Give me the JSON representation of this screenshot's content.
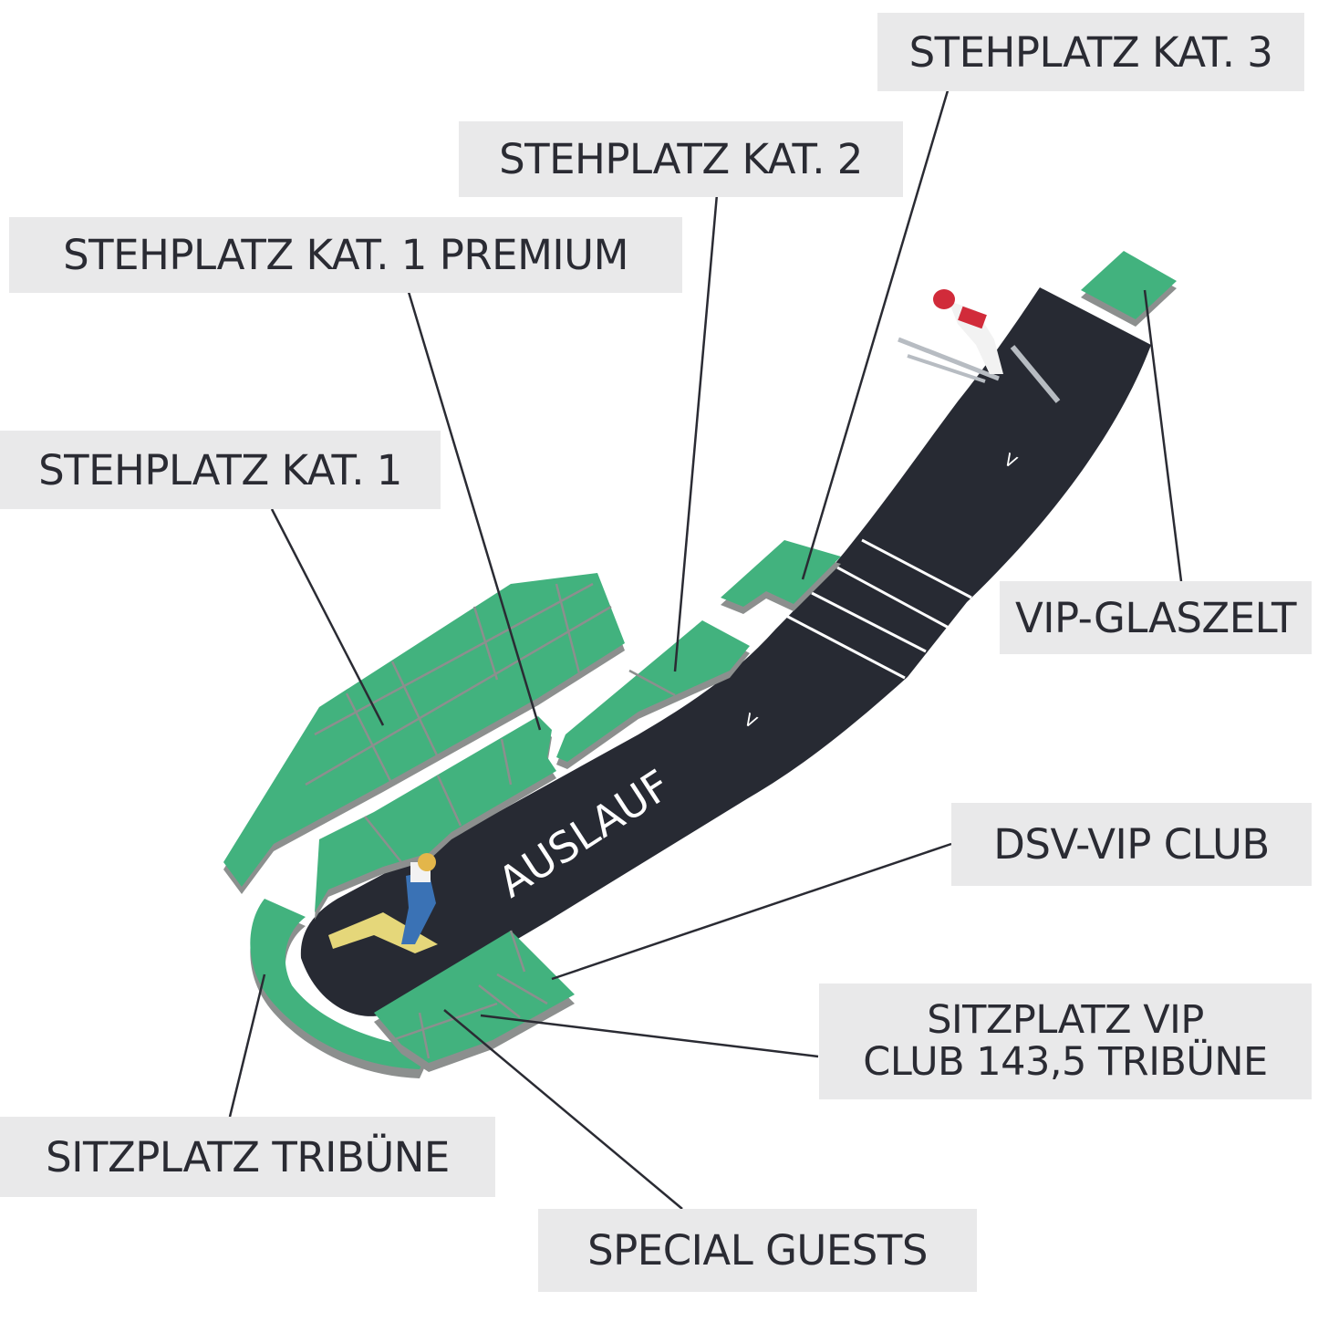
{
  "labels": {
    "stehplatz_kat_3": "STEHPLATZ KAT. 3",
    "stehplatz_kat_2": "STEHPLATZ KAT. 2",
    "stehplatz_kat_1_premium": "STEHPLATZ KAT. 1 PREMIUM",
    "stehplatz_kat_1": "STEHPLATZ KAT. 1",
    "vip_glaszelt": "VIP-GLASZELT",
    "dsv_vip_club": "DSV-VIP CLUB",
    "sitzplatz_vip_line1": "SITZPLATZ VIP",
    "sitzplatz_vip_line2": "CLUB 143,5 TRIBÜNE",
    "sitzplatz_tribuene": "SITZPLATZ TRIBÜNE",
    "special_guests": "SPECIAL GUESTS"
  },
  "track": {
    "name": "AUSLAUF",
    "direction_marker_1": "<",
    "direction_marker_2": "<"
  },
  "colors": {
    "track": "#272a33",
    "seating": "#42b27e",
    "seating_side": "#8c8f8e",
    "label_bg": "#e9e9ea",
    "label_text": "#2a2b33",
    "leader_line": "#2a2b33"
  }
}
